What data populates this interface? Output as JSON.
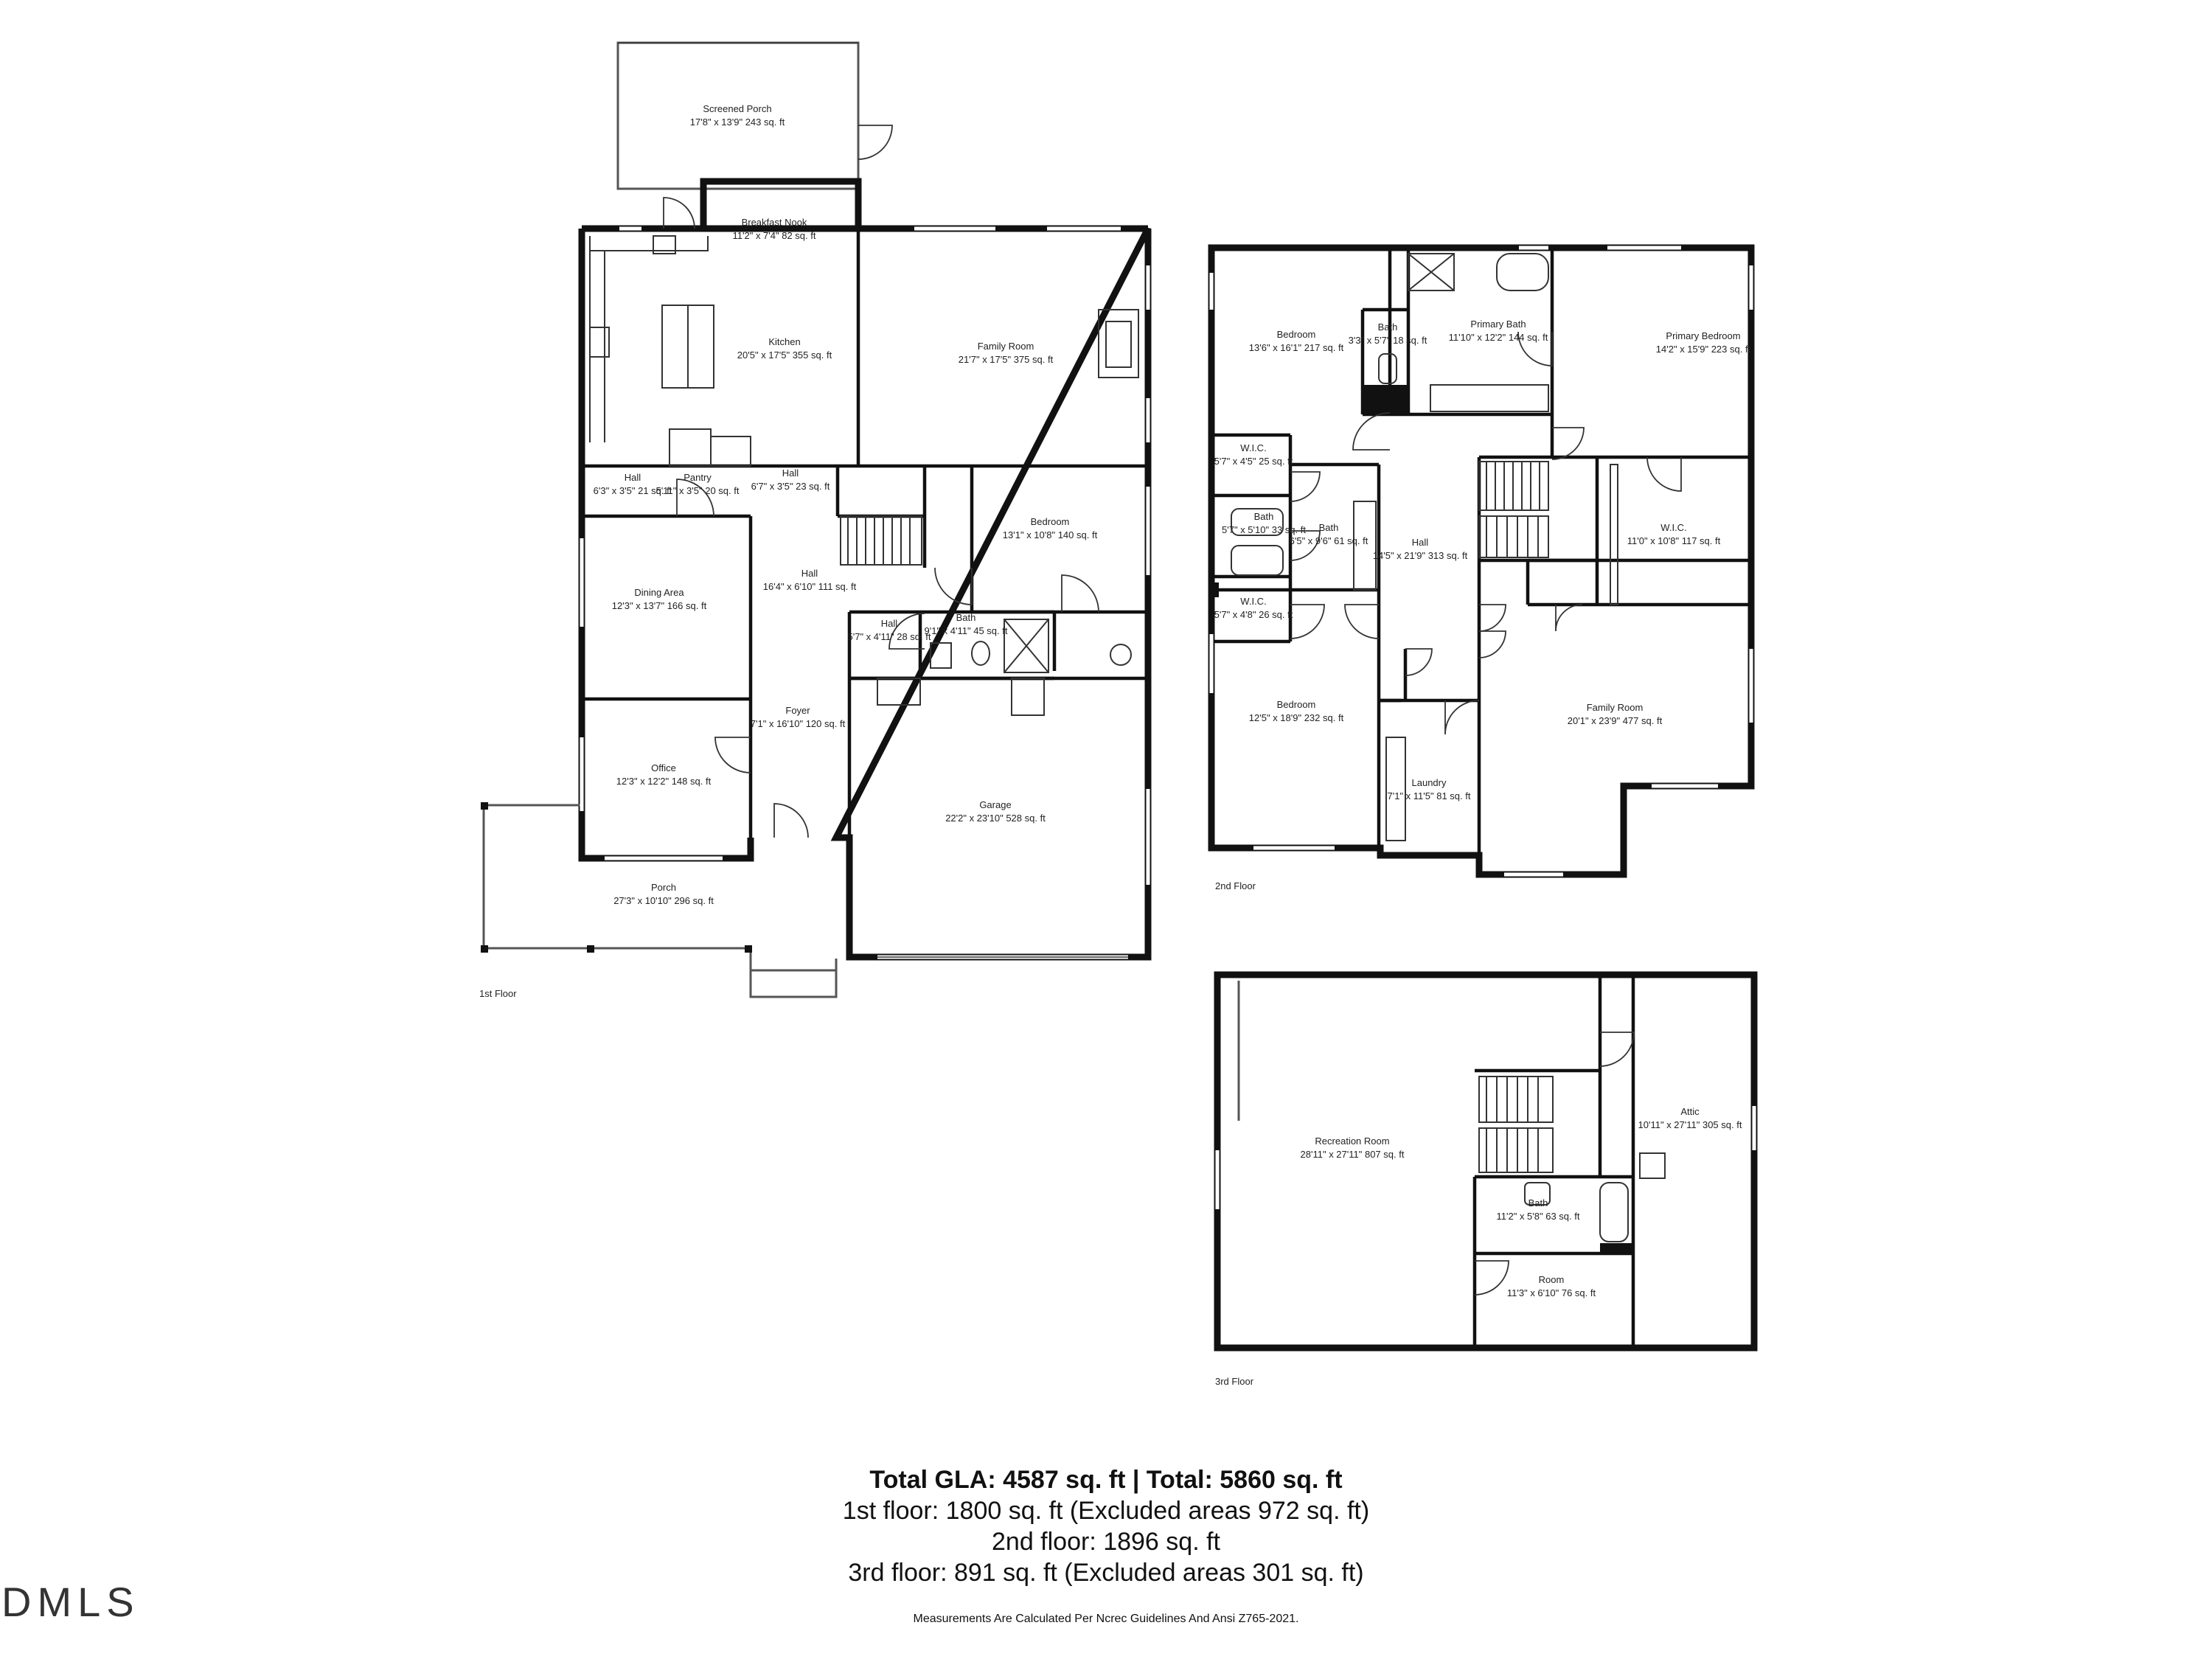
{
  "floors": [
    {
      "label": "1st Floor",
      "rooms": [
        {
          "name": "Screened Porch",
          "dims": "17'8\" x 13'9\" 243 sq. ft"
        },
        {
          "name": "Breakfast Nook",
          "dims": "11'2\" x 7'4\" 82 sq. ft"
        },
        {
          "name": "Kitchen",
          "dims": "20'5\" x 17'5\" 355 sq. ft"
        },
        {
          "name": "Family Room",
          "dims": "21'7\" x 17'5\" 375 sq. ft"
        },
        {
          "name": "Hall",
          "dims": "6'3\" x 3'5\" 21 sq. ft"
        },
        {
          "name": "Pantry",
          "dims": "5'11\" x 3'5\" 20 sq. ft"
        },
        {
          "name": "Hall",
          "dims": "6'7\" x 3'5\" 23 sq. ft"
        },
        {
          "name": "Bedroom",
          "dims": "13'1\" x 10'8\" 140 sq. ft"
        },
        {
          "name": "Dining Area",
          "dims": "12'3\" x 13'7\" 166 sq. ft"
        },
        {
          "name": "Hall",
          "dims": "16'4\" x 6'10\" 111 sq. ft"
        },
        {
          "name": "Hall",
          "dims": "5'7\" x 4'11\" 28 sq. ft"
        },
        {
          "name": "Bath",
          "dims": "9'1\" x 4'11\" 45 sq. ft"
        },
        {
          "name": "Foyer",
          "dims": "7'1\" x 16'10\" 120 sq. ft"
        },
        {
          "name": "Office",
          "dims": "12'3\" x 12'2\" 148 sq. ft"
        },
        {
          "name": "Garage",
          "dims": "22'2\" x 23'10\" 528 sq. ft"
        },
        {
          "name": "Porch",
          "dims": "27'3\" x 10'10\" 296 sq. ft"
        }
      ]
    },
    {
      "label": "2nd Floor",
      "rooms": [
        {
          "name": "Bedroom",
          "dims": "13'6\" x 16'1\" 217 sq. ft"
        },
        {
          "name": "Bath",
          "dims": "3'3\" x 5'7\" 18 sq. ft"
        },
        {
          "name": "Primary Bath",
          "dims": "11'10\" x 12'2\" 144 sq. ft"
        },
        {
          "name": "Primary Bedroom",
          "dims": "14'2\" x 15'9\" 223 sq. ft"
        },
        {
          "name": "W.I.C.",
          "dims": "5'7\" x 4'5\" 25 sq. ft"
        },
        {
          "name": "Bath",
          "dims": "5'7\" x 5'10\" 33 sq. ft"
        },
        {
          "name": "Bath",
          "dims": "6'5\" x 9'6\" 61 sq. ft"
        },
        {
          "name": "Hall",
          "dims": "14'5\" x 21'9\" 313 sq. ft"
        },
        {
          "name": "W.I.C.",
          "dims": "11'0\" x 10'8\" 117 sq. ft"
        },
        {
          "name": "W.I.C.",
          "dims": "5'7\" x 4'8\" 26 sq. ft"
        },
        {
          "name": "Bedroom",
          "dims": "12'5\" x 18'9\" 232 sq. ft"
        },
        {
          "name": "Laundry",
          "dims": "7'1\" x 11'5\" 81 sq. ft"
        },
        {
          "name": "Family Room",
          "dims": "20'1\" x 23'9\" 477 sq. ft"
        }
      ]
    },
    {
      "label": "3rd Floor",
      "rooms": [
        {
          "name": "Recreation Room",
          "dims": "28'11\" x 27'11\" 807 sq. ft"
        },
        {
          "name": "Attic",
          "dims": "10'11\" x 27'11\" 305 sq. ft"
        },
        {
          "name": "Bath",
          "dims": "11'2\" x 5'8\" 63 sq. ft"
        },
        {
          "name": "Room",
          "dims": "11'3\" x 6'10\" 76 sq. ft"
        }
      ]
    }
  ],
  "summary": {
    "total": "Total GLA: 4587 sq. ft | Total: 5860 sq. ft",
    "first": "1st floor: 1800 sq. ft (Excluded areas 972 sq. ft)",
    "second": "2nd floor: 1896 sq. ft",
    "third": "3rd floor: 891 sq. ft (Excluded areas 301 sq. ft)"
  },
  "footnote": "Measurements Are Calculated Per Ncrec Guidelines And Ansi Z765-2021.",
  "brand": "DMLS"
}
